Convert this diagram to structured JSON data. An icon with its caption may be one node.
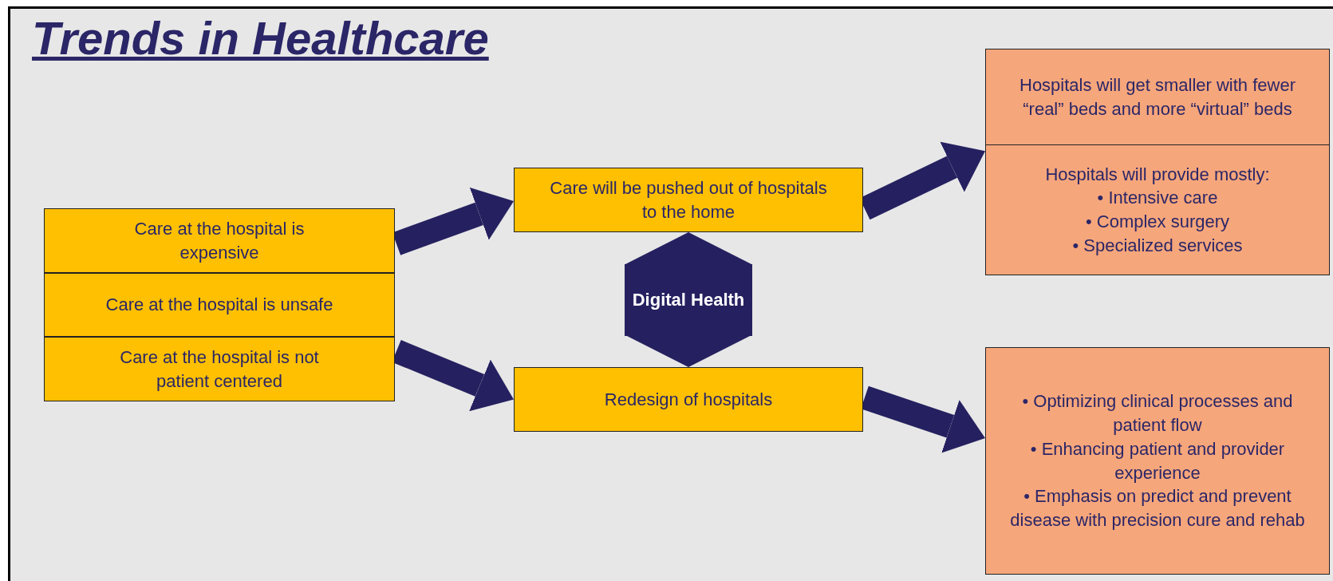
{
  "diagram": {
    "title": "Trends in Healthcare",
    "nodes": [
      {
        "text": [
          "Care at the hospital is expensive"
        ]
      },
      {
        "text": [
          "Care at the hospital is unsafe"
        ]
      },
      {
        "text": [
          "Care at the hospital is not patient centered"
        ]
      },
      {
        "text": [
          "Care will be pushed out of hospitals to the home"
        ]
      },
      {
        "text": [
          "Redesign of hospitals"
        ]
      },
      {
        "text": [
          "Hospitals will get smaller with fewer “real” beds and more “virtual” beds"
        ]
      },
      {
        "text": [
          "Hospitals will provide mostly:",
          "• Intensive care",
          "• Complex surgery",
          "• Specialized services"
        ]
      },
      {
        "text": [
          "• Optimizing clinical processes and patient flow",
          "• Enhancing patient and provider experience",
          "• Emphasis on predict and prevent disease with precision cure and rehab"
        ]
      }
    ],
    "edges": [
      {
        "from": 0,
        "to": 3,
        "arrow": "to"
      },
      {
        "from": 2,
        "to": 4,
        "arrow": "to"
      },
      {
        "from": 3,
        "to": 4,
        "arrow": "both",
        "label": "Digital Health",
        "style": "thick"
      },
      {
        "from": 3,
        "to": 6,
        "arrow": "to"
      },
      {
        "from": 4,
        "to": 7,
        "arrow": "to"
      }
    ]
  }
}
